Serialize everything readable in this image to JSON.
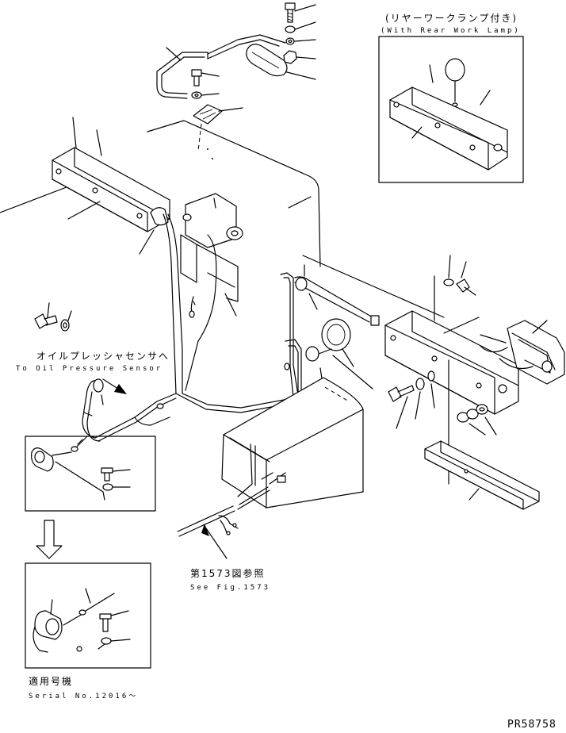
{
  "rear_lamp_caption": {
    "jp": "(リヤーワークランプ付き)",
    "en": "(With Rear Work Lamp)"
  },
  "oil_sensor_caption": {
    "jp": "オイルプレッシャセンサへ",
    "en": "To Oil Pressure Sensor"
  },
  "fig_ref_caption": {
    "jp": "第1573図参照",
    "en": "See Fig.1573"
  },
  "serial_caption": {
    "jp": "適用号機",
    "en": "Serial No.12016～"
  },
  "drawing_number": "PR58758"
}
